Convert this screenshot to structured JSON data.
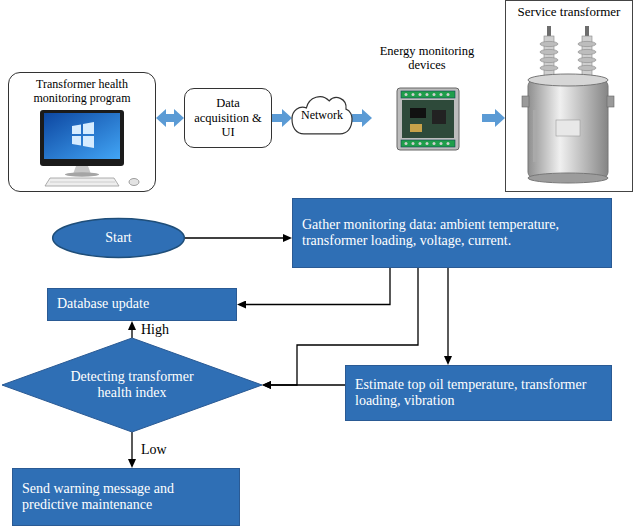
{
  "diagram": {
    "nodes": [
      {
        "text": [
          "Transformer health monitoring program"
        ]
      },
      {
        "text": [
          "Data acquisition & UI"
        ]
      },
      {
        "text": [
          "Network"
        ]
      },
      {
        "text": [
          "Energy monitoring devices"
        ]
      },
      {
        "text": [
          "Service transformer"
        ]
      },
      {
        "text": [
          "Start"
        ]
      },
      {
        "text": [
          "Gather monitoring data: ambient temperature, transformer loading, voltage, current."
        ]
      },
      {
        "text": [
          "Database update"
        ]
      },
      {
        "text": [
          "Detecting transformer health index"
        ]
      },
      {
        "text": [
          "Estimate top oil temperature, transformer loading, vibration"
        ]
      },
      {
        "text": [
          "Send warning message and predictive maintenance"
        ]
      }
    ],
    "edges": [
      {
        "from": 0,
        "to": 1,
        "arrow": "both"
      },
      {
        "from": 1,
        "to": 2,
        "arrow": "to"
      },
      {
        "from": 2,
        "to": 3,
        "arrow": "to"
      },
      {
        "from": 3,
        "to": 4,
        "arrow": "to"
      },
      {
        "from": 5,
        "to": 6,
        "arrow": "to"
      },
      {
        "from": 6,
        "to": 7,
        "arrow": "to"
      },
      {
        "from": 6,
        "to": 8,
        "arrow": "to"
      },
      {
        "from": 6,
        "to": 9,
        "arrow": "to"
      },
      {
        "from": 9,
        "to": 8,
        "arrow": "to"
      },
      {
        "from": 8,
        "to": 7,
        "label": "High",
        "arrow": "to"
      },
      {
        "from": 8,
        "to": 10,
        "label": "Low",
        "arrow": "to"
      }
    ]
  }
}
